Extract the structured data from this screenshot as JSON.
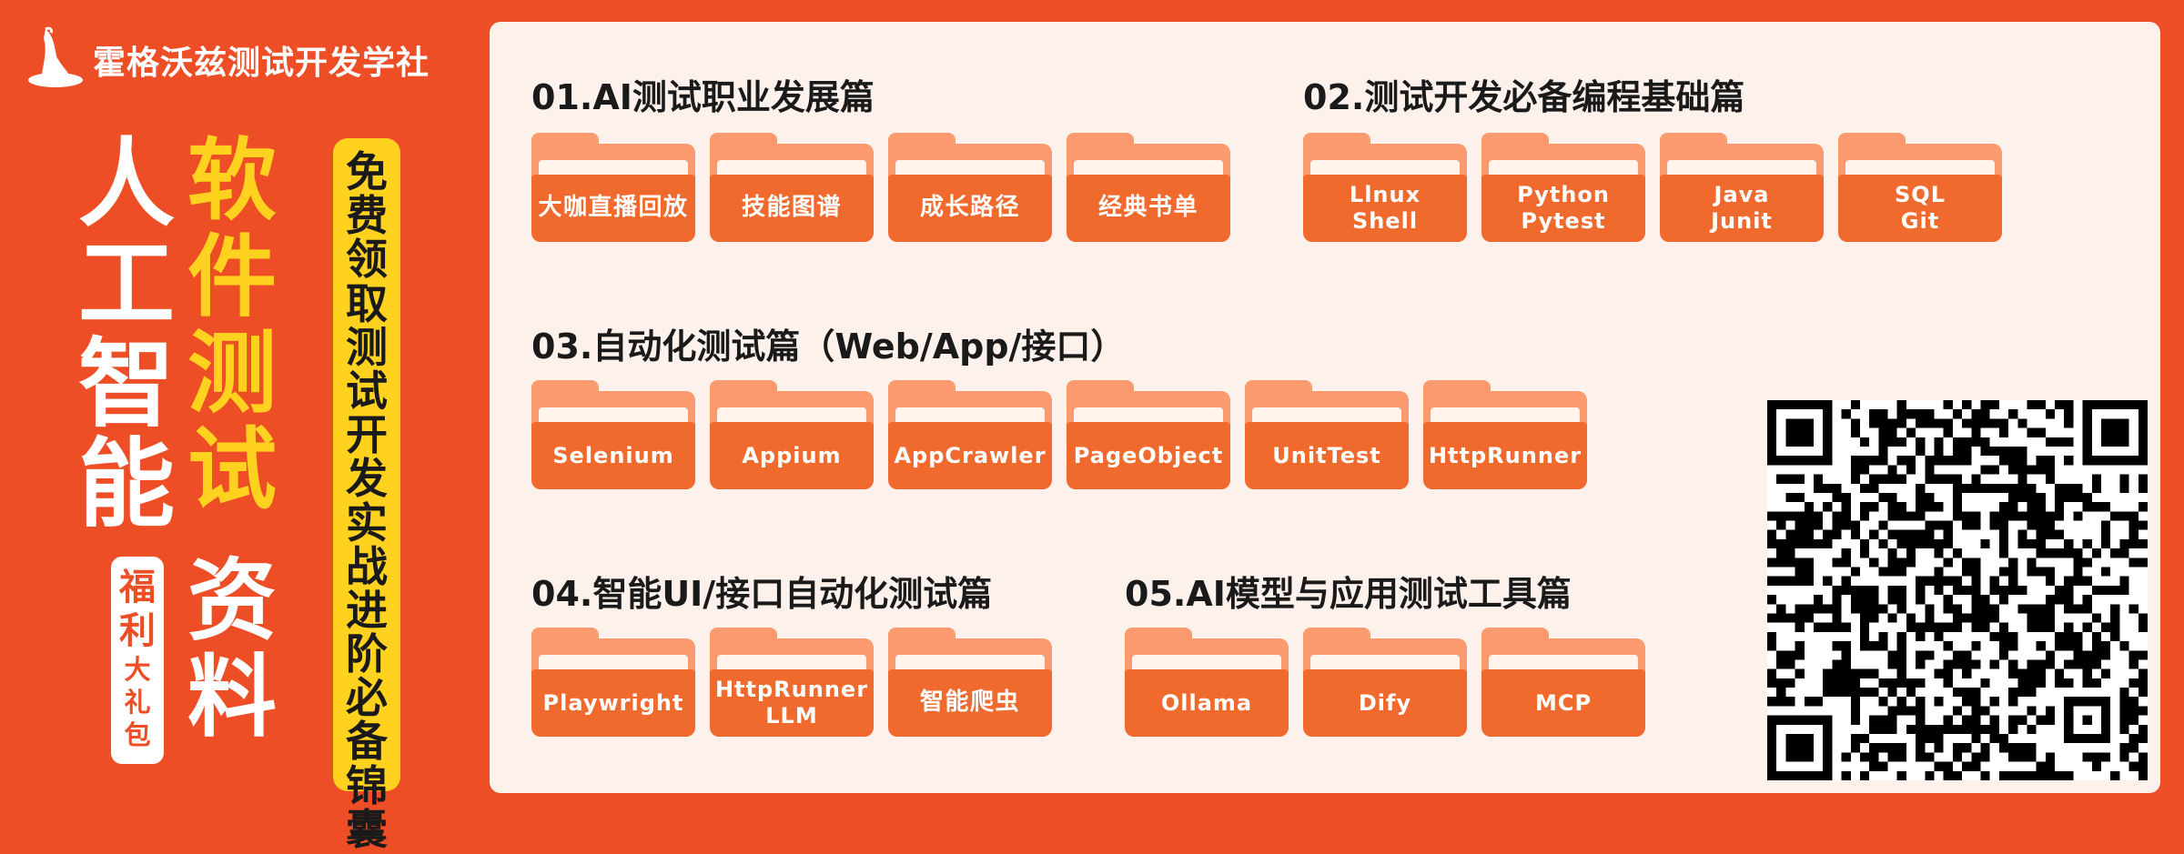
{
  "brand": {
    "name": "霍格沃兹测试开发学社",
    "icon": "witch-hat-logo-icon"
  },
  "headline": {
    "col1": [
      "人",
      "工",
      "智",
      "能"
    ],
    "col2": [
      "软",
      "件",
      "测",
      "试"
    ],
    "col3": [
      "资",
      "料"
    ]
  },
  "badge": {
    "big": [
      "福",
      "利"
    ],
    "small": [
      "大",
      "礼",
      "包"
    ]
  },
  "vertical_banner": [
    "免",
    "费",
    "领",
    "取",
    "测",
    "试",
    "开",
    "发",
    "实",
    "战",
    "进",
    "阶",
    "必",
    "备",
    "锦",
    "囊"
  ],
  "sections": [
    {
      "title": "01.AI测试职业发展篇",
      "items": [
        "大咖直播回放",
        "技能图谱",
        "成长路径",
        "经典书单"
      ]
    },
    {
      "title": "02.测试开发必备编程基础篇",
      "items": [
        "Llnux\nShell",
        "Python\nPytest",
        "Java\nJunit",
        "SQL\nGit"
      ]
    },
    {
      "title": "03.自动化测试篇（Web/App/接口）",
      "items": [
        "Selenium",
        "Appium",
        "AppCrawler",
        "PageObject",
        "UnitTest",
        "HttpRunner"
      ]
    },
    {
      "title": "04.智能UI/接口自动化测试篇",
      "items": [
        "Playwright",
        "HttpRunner\nLLM",
        "智能爬虫"
      ]
    },
    {
      "title": "05.AI模型与应用测试工具篇",
      "items": [
        "Ollama",
        "Dify",
        "MCP"
      ]
    }
  ],
  "colors": {
    "background": "#ee4e26",
    "panel": "#fdf1ec",
    "accent_yellow": "#ffd21f",
    "folder": "#f06a2e"
  },
  "qr": {
    "icon": "qr-code-icon"
  }
}
